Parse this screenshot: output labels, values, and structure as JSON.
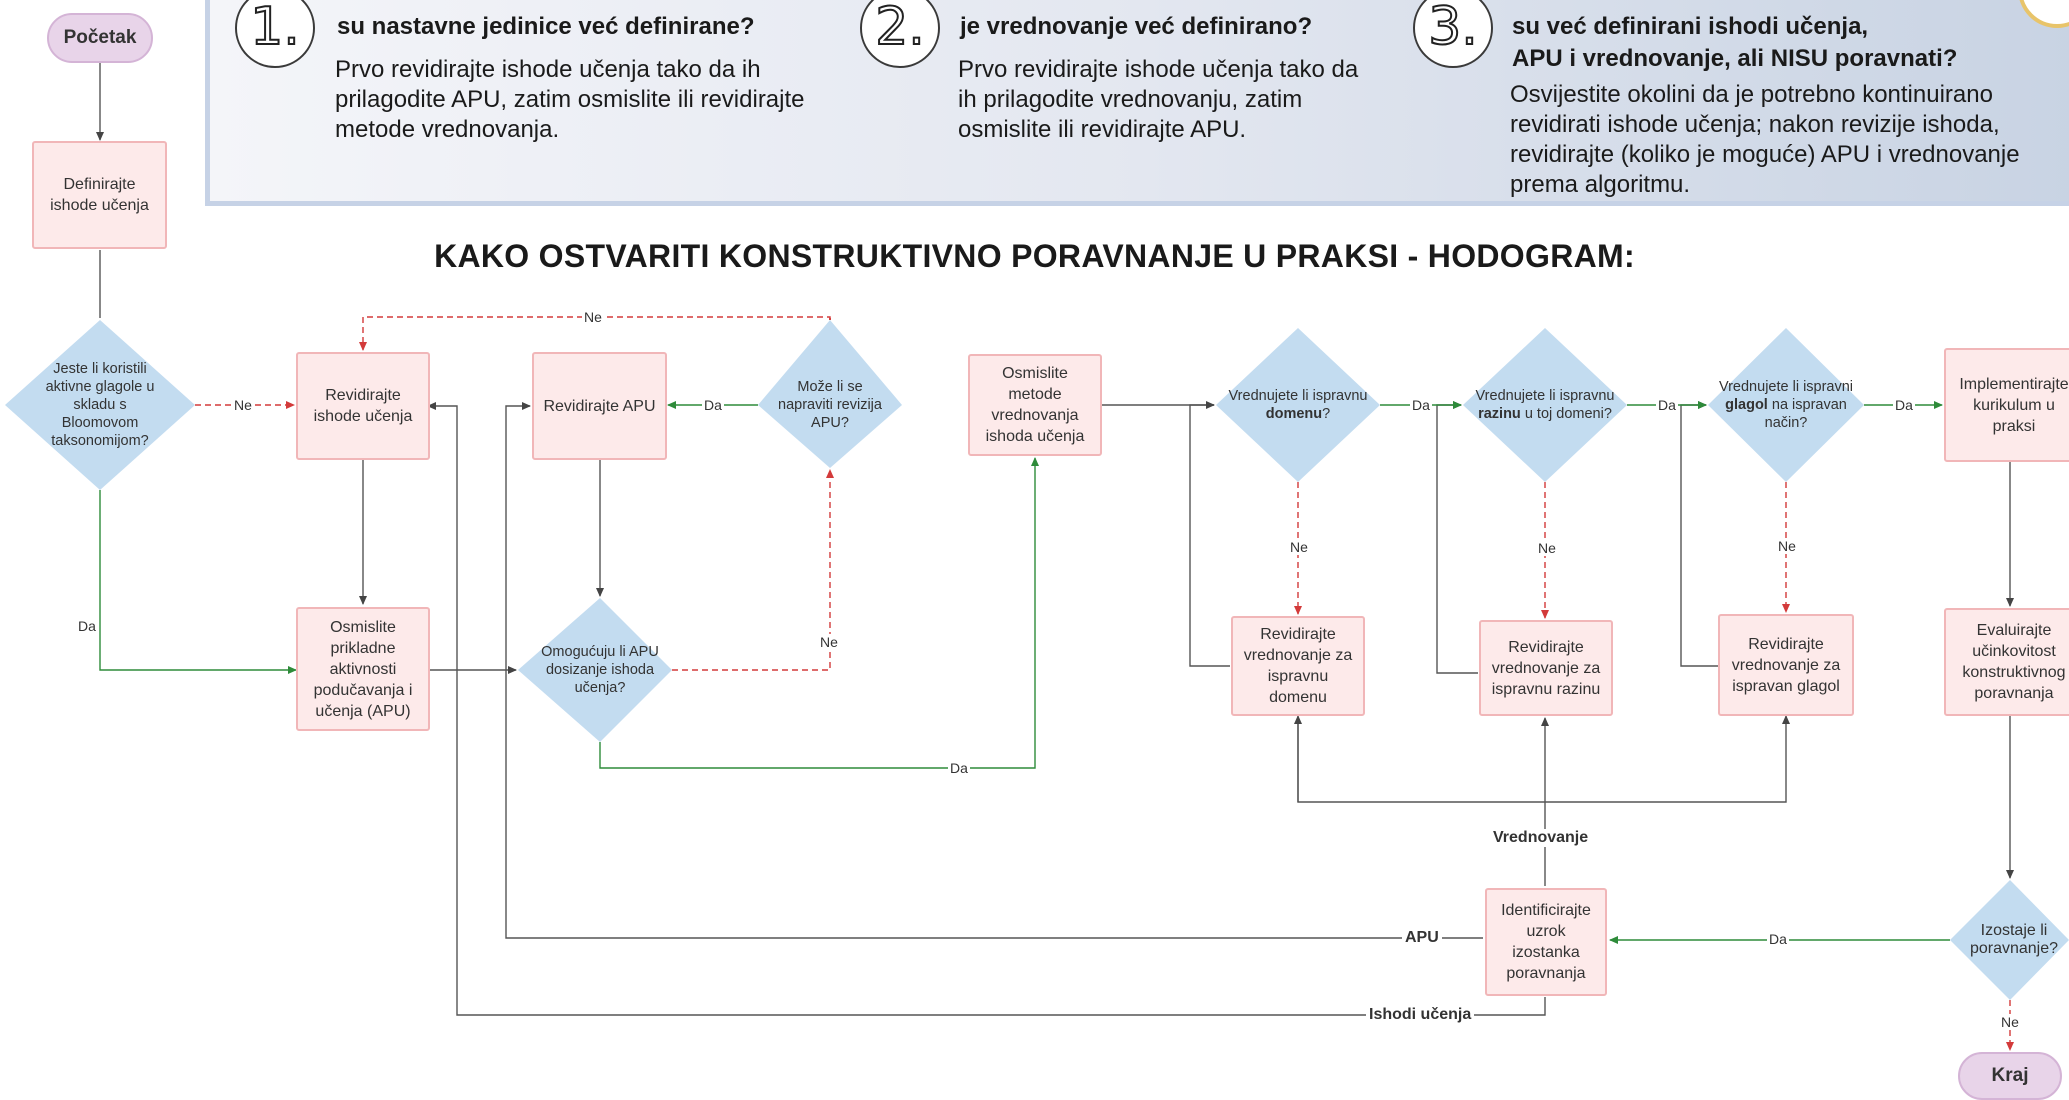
{
  "header": {
    "steps": [
      {
        "number": "1.",
        "question": "su nastavne jedinice već definirane?",
        "text": "Prvo revidirajte ishode učenja tako da ih prilagodite APU, zatim osmislite ili revidirajte metode vrednovanja."
      },
      {
        "number": "2.",
        "question": "je vrednovanje već definirano?",
        "text": "Prvo revidirajte ishode učenja tako da ih prilagodite vrednovanju, zatim osmislite ili revidirajte APU."
      },
      {
        "number": "3.",
        "question_line1": "su već definirani ishodi učenja,",
        "question_line2": "APU i vrednovanje, ali NISU poravnati?",
        "text": "Osvijestite okolini da je potrebno kontinuirano revidirati ishode učenja; nakon revizije ishoda, revidirajte (koliko je moguće) APU i vrednovanje prema algoritmu."
      }
    ]
  },
  "title": "KAKO OSTVARITI KONSTRUKTIVNO PORAVNANJE U PRAKSI - HODOGRAM:",
  "nodes": {
    "pocetak": "Početak",
    "definirajte": "Definirajte ishode učenja",
    "jeste_li": "Jeste li koristili aktivne glagole u skladu s Bloomovom taksonomijom?",
    "revidirajte_ishode": "Revidirajte ishode učenja",
    "osmislite_apu": "Osmislite prikladne aktivnosti podučavanja i učenja (APU)",
    "revidirajte_apu": "Revidirajte APU",
    "moze_li": "Može li se napraviti revizija APU?",
    "omogucuju": "Omogućuju li APU dosizanje ishoda učenja?",
    "osmislite_metode": "Osmislite metode vrednovanja ishoda učenja",
    "domenu_pre": "Vrednujete li ispravnu",
    "domenu_bold": "domenu",
    "domenu_post": "?",
    "razinu_pre": "Vrednujete li ispravnu",
    "razinu_bold": "razinu",
    "razinu_post": "u toj domeni?",
    "glagol_pre": "Vrednujete li ispravni",
    "glagol_bold": "glagol",
    "glagol_post": "na ispravan način?",
    "implementirajte": "Implementirajte kurikulum u praksi",
    "rev_domenu": "Revidirajte vrednovanje za ispravnu domenu",
    "rev_razinu": "Revidirajte vrednovanje za ispravnu razinu",
    "rev_glagol": "Revidirajte vrednovanje za ispravan glagol",
    "evaluirajte": "Evaluirajte učinkovitost konstruktivnog poravnanja",
    "identificirajte": "Identificirajte uzrok izostanka poravnanja",
    "izostaje": "Izostaje li poravnanje?",
    "kraj": "Kraj"
  },
  "edge_labels": {
    "da": "Da",
    "ne": "Ne",
    "vrednovanje": "Vrednovanje",
    "apu": "APU",
    "ishodi": "Ishodi učenja"
  },
  "colors": {
    "diamond_fill": "#c3dcf0",
    "box_fill": "#fdeaea",
    "box_border": "#f1b6b8",
    "pill_fill": "#e8d4e9",
    "yes_line": "#2e8b3a",
    "no_line": "#d33a3a",
    "neutral_line": "#555555"
  }
}
